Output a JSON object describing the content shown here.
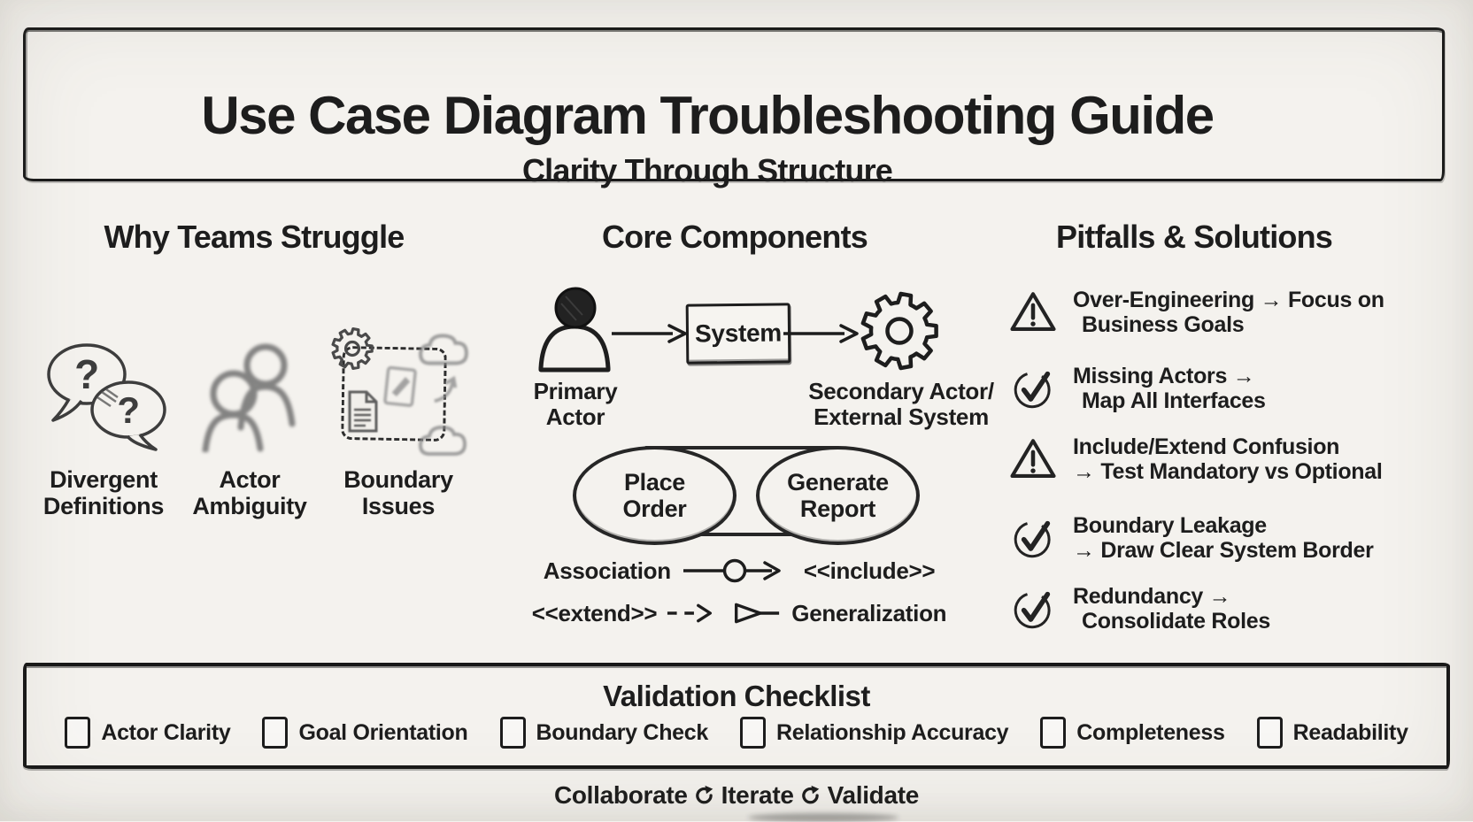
{
  "colors": {
    "paper": "#f4f2ee",
    "ink": "#1d1d1d",
    "muted_gray": "#8a8a8a"
  },
  "header": {
    "title": "Use Case Diagram Troubleshooting Guide",
    "subtitle": "Clarity Through Structure"
  },
  "struggle": {
    "heading": "Why Teams Struggle",
    "question_mark": "?",
    "items": [
      {
        "icon": "overlapping-question-speech-bubbles",
        "line1": "Divergent",
        "line2": "Definitions"
      },
      {
        "icon": "two-blurred-actors",
        "line1": "Actor",
        "line2": "Ambiguity"
      },
      {
        "icon": "dashed-boundary-collage",
        "line1": "Boundary",
        "line2": "Issues"
      }
    ]
  },
  "core": {
    "heading": "Core Components",
    "system_label": "System",
    "primary_actor": {
      "line1": "Primary",
      "line2": "Actor"
    },
    "secondary_actor": {
      "line1": "Secondary Actor/",
      "line2": "External System"
    },
    "use_cases": [
      {
        "line1": "Place",
        "line2": "Order"
      },
      {
        "line1": "Generate",
        "line2": "Report"
      }
    ],
    "notation": {
      "association": "Association",
      "include": "<<include>>",
      "extend": "<<extend>>",
      "generalization": "Generalization"
    }
  },
  "pitfalls": {
    "heading": "Pitfalls & Solutions",
    "items": [
      {
        "icon": "warning-triangle",
        "line1": "Over-Engineering → Focus on",
        "line2": "Business Goals"
      },
      {
        "icon": "check-circle",
        "line1": "Missing Actors →",
        "line2": "Map All Interfaces"
      },
      {
        "icon": "warning-triangle",
        "line1": "Include/Extend Confusion",
        "line2": "→ Test Mandatory vs Optional"
      },
      {
        "icon": "check-circle",
        "line1": "Boundary Leakage",
        "line2": "→ Draw Clear System Border"
      },
      {
        "icon": "check-circle",
        "line1": "Redundancy →",
        "line2": "Consolidate Roles"
      }
    ]
  },
  "checklist": {
    "heading": "Validation Checklist",
    "items": [
      "Actor Clarity",
      "Goal Orientation",
      "Boundary Check",
      "Relationship Accuracy",
      "Completeness",
      "Readability"
    ]
  },
  "footer": {
    "word1": "Collaborate",
    "word2": "Iterate",
    "word3": "Validate"
  }
}
